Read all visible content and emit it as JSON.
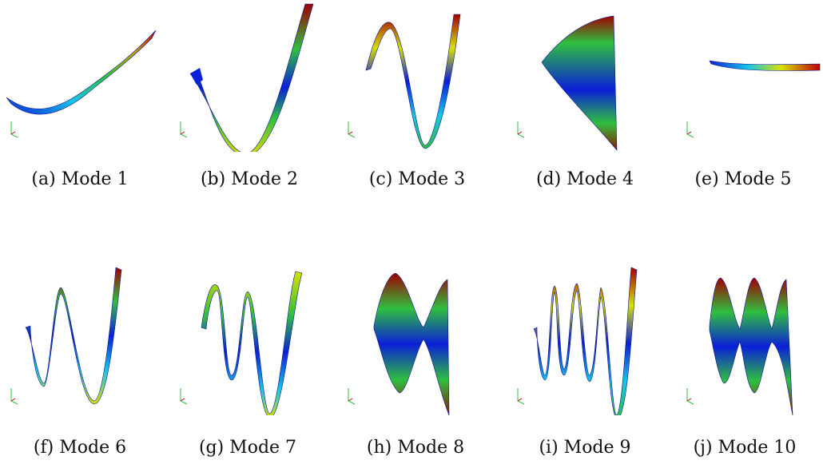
{
  "figure": {
    "panels": [
      {
        "caption": "(a) Mode 1"
      },
      {
        "caption": "(b) Mode 2"
      },
      {
        "caption": "(c) Mode 3"
      },
      {
        "caption": "(d) Mode 4"
      },
      {
        "caption": "(e) Mode 5"
      },
      {
        "caption": "(f) Mode 6"
      },
      {
        "caption": "(g) Mode 7"
      },
      {
        "caption": "(h) Mode 8"
      },
      {
        "caption": "(i) Mode 9"
      },
      {
        "caption": "(j) Mode 10"
      }
    ],
    "colormap": [
      "#0000c8",
      "#00c8ff",
      "#2fbf3f",
      "#d8e000",
      "#b50000"
    ]
  }
}
